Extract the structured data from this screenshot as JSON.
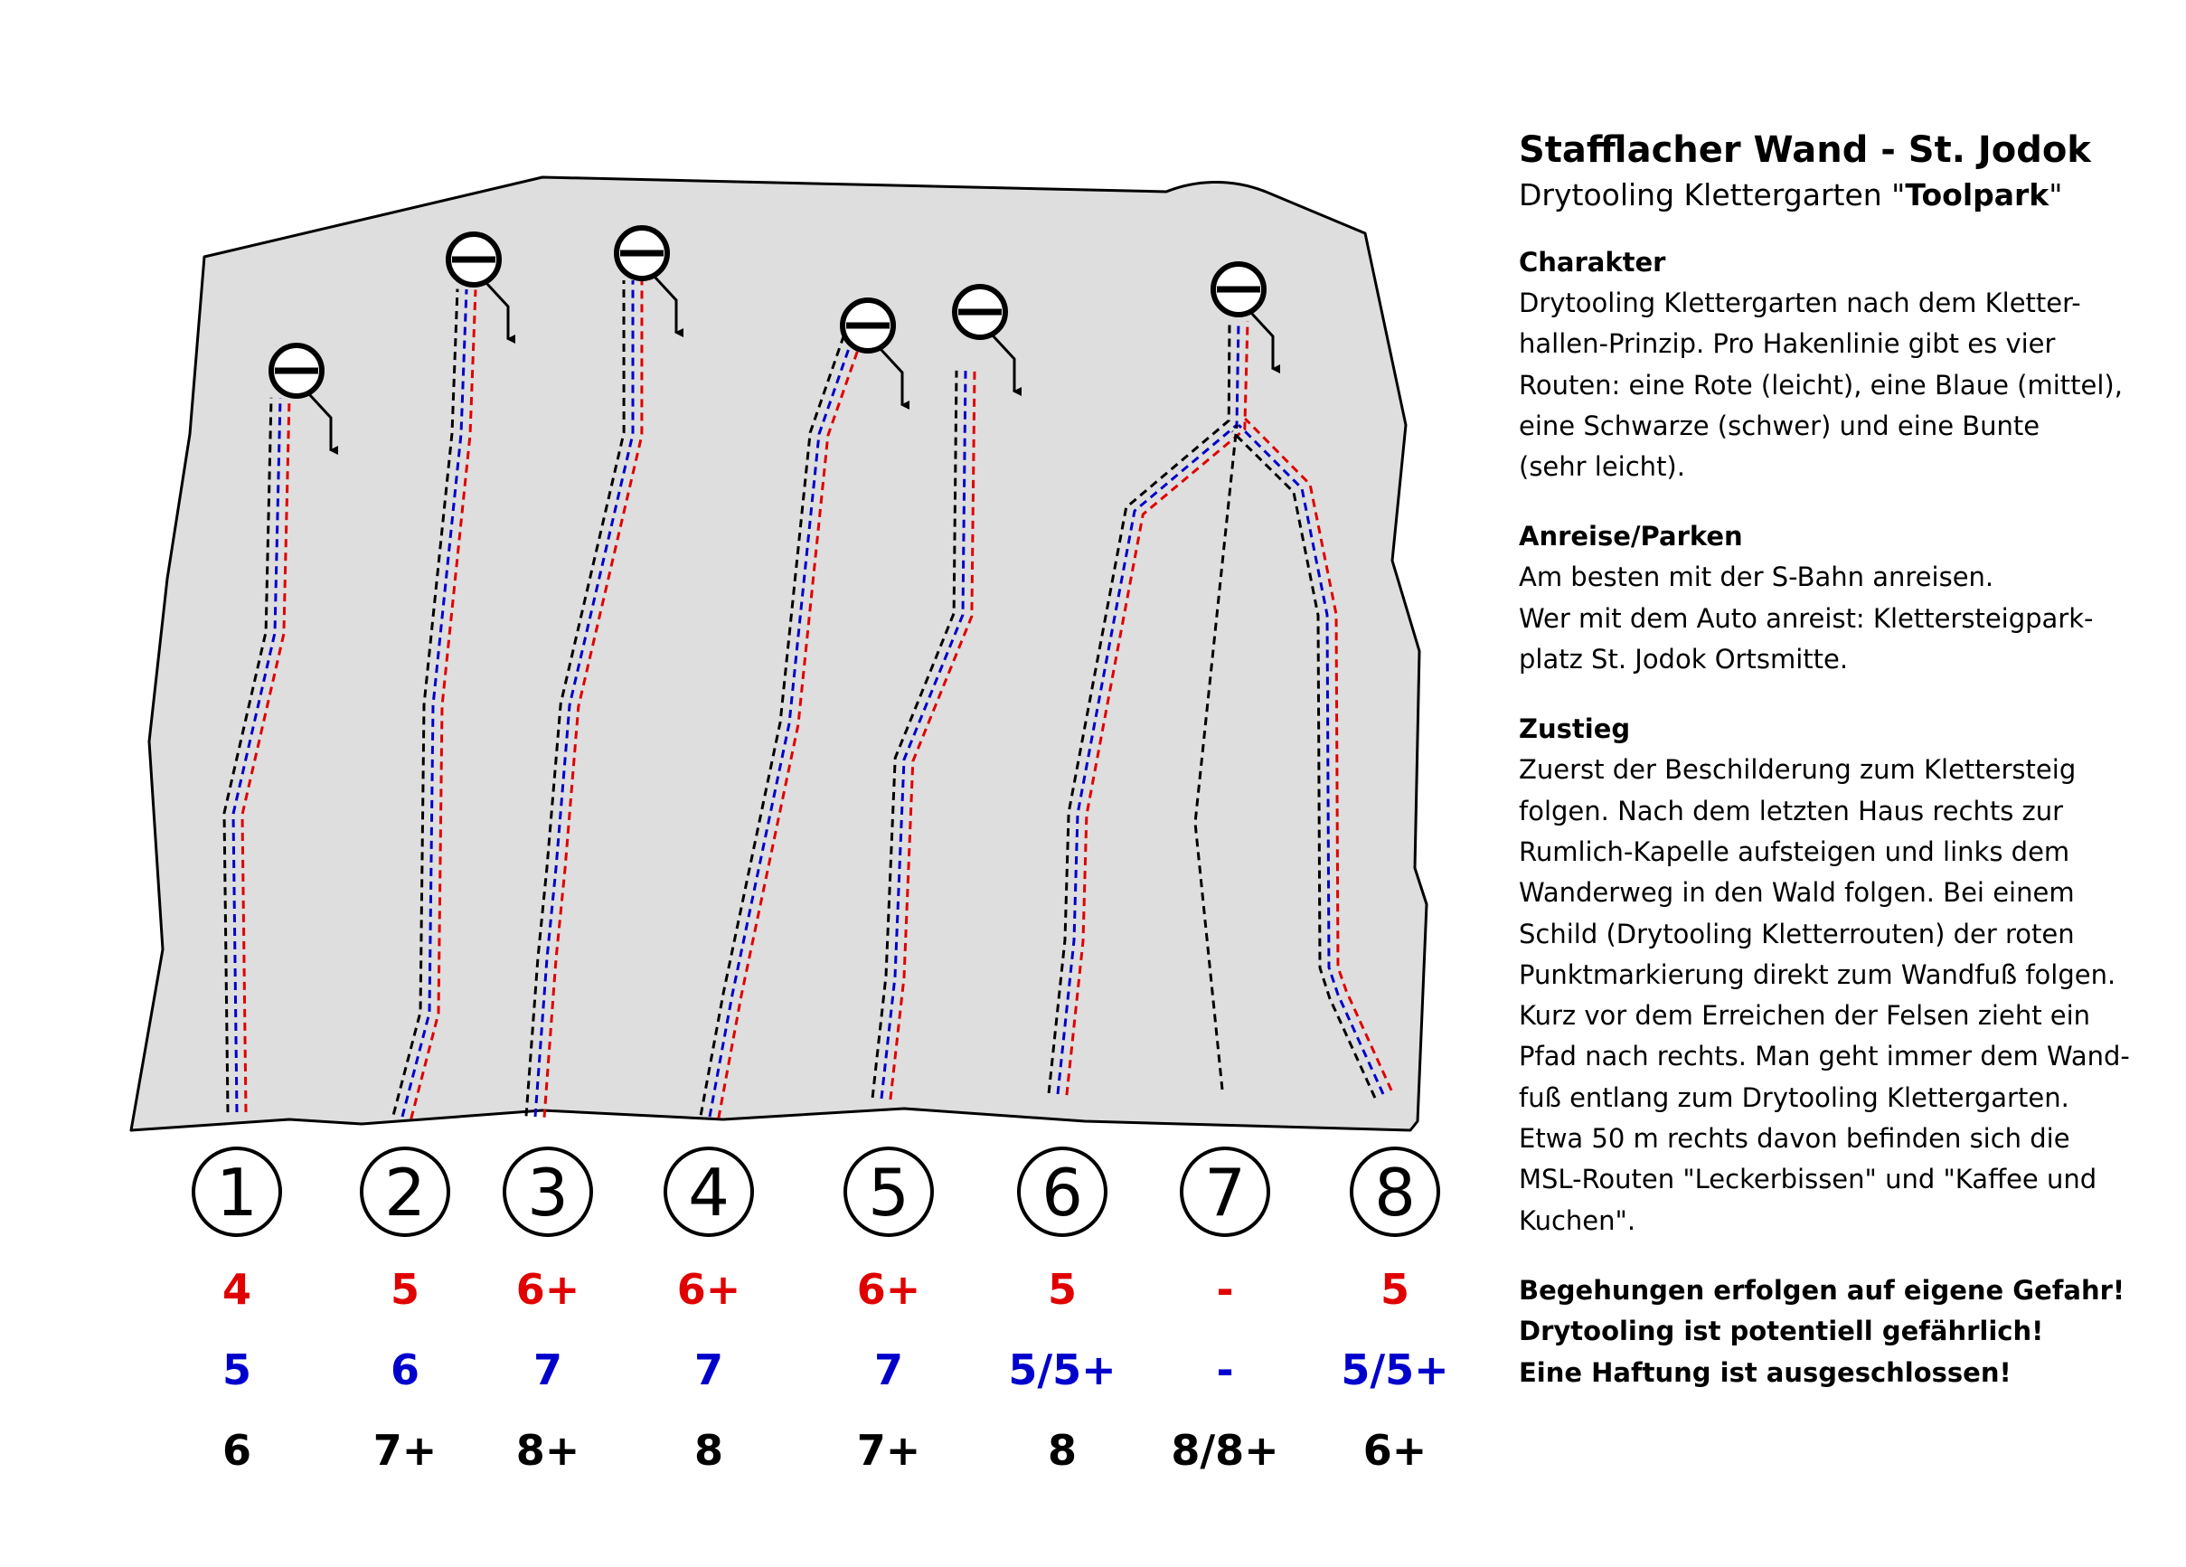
{
  "colors": {
    "red": "#e00000",
    "blue": "#0000cc",
    "black": "#000000",
    "wall": "#dedede"
  },
  "routes": [
    {
      "number": "1",
      "red": "4",
      "blue": "5",
      "black": "6"
    },
    {
      "number": "2",
      "red": "5",
      "blue": "6",
      "black": "7+"
    },
    {
      "number": "3",
      "red": "6+",
      "blue": "7",
      "black": "8+"
    },
    {
      "number": "4",
      "red": "6+",
      "blue": "7",
      "black": "8"
    },
    {
      "number": "5",
      "red": "6+",
      "blue": "7",
      "black": "7+"
    },
    {
      "number": "6",
      "red": "5",
      "blue": "5/5+",
      "black": "8"
    },
    {
      "number": "7",
      "red": "-",
      "blue": "-",
      "black": "8/8+"
    },
    {
      "number": "8",
      "red": "5",
      "blue": "5/5+",
      "black": "6+"
    }
  ],
  "info": {
    "title": "Stafflacher Wand - St. Jodok",
    "subtitle_prefix": "Drytooling Klettergarten \"",
    "subtitle_bold": "Toolpark",
    "subtitle_suffix": "\"",
    "charakter": {
      "heading": "Charakter",
      "lines": [
        "Drytooling Klettergarten nach dem Kletter-",
        "hallen-Prinzip. Pro Hakenlinie gibt es vier",
        "Routen: eine Rote (leicht), eine Blaue (mittel),",
        "eine Schwarze (schwer) und eine Bunte",
        "(sehr leicht)."
      ]
    },
    "anreise": {
      "heading": "Anreise/Parken",
      "lines": [
        "Am besten mit der S-Bahn anreisen.",
        "Wer mit dem Auto anreist: Klettersteigpark-",
        "platz St. Jodok Ortsmitte."
      ]
    },
    "zustieg": {
      "heading": "Zustieg",
      "lines": [
        "Zuerst der Beschilderung zum Klettersteig",
        "folgen. Nach dem letzten Haus rechts zur",
        "Rumlich-Kapelle aufsteigen und links dem",
        "Wanderweg in den Wald folgen. Bei einem",
        "Schild (Drytooling Kletterrouten) der roten",
        "Punktmarkierung direkt zum Wandfuß folgen.",
        "Kurz vor dem Erreichen der Felsen zieht ein",
        "Pfad nach rechts. Man geht immer dem Wand-",
        "fuß entlang zum Drytooling Klettergarten.",
        "Etwa 50 m rechts davon befinden sich die",
        "MSL-Routen \"Leckerbissen\" und \"Kaffee und",
        "Kuchen\"."
      ]
    },
    "warnings": [
      "Begehungen erfolgen auf eigene Gefahr!",
      "Drytooling ist potentiell gefährlich!",
      "Eine Haftung ist ausgeschlossen!"
    ]
  }
}
